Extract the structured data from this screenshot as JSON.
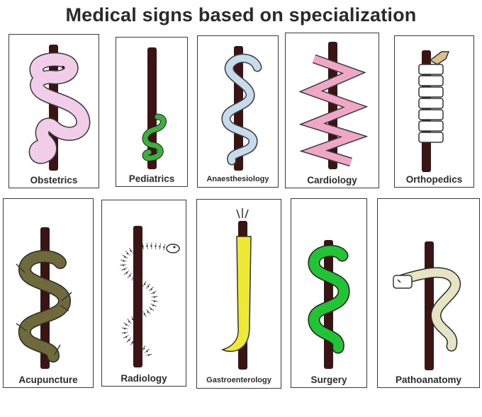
{
  "title": "Medical signs based on specialization",
  "colors": {
    "staff": "#3b1414",
    "obstetrics_snake": "#f2cde9",
    "pediatrics_snake": "#3fae3f",
    "anaesthesiology_snake": "#c6dbec",
    "cardiology_snake": "#f0a6c6",
    "orthopedics_bandage": "#ffffff",
    "acupuncture_snake": "#6e6a3b",
    "radiology_snake": "#ffffff",
    "gastroenterology_snake": "#ecea35",
    "surgery_snake": "#22c435",
    "pathoanatomy_snake": "#e7e4c3"
  },
  "panels": [
    {
      "label": "Obstetrics",
      "icon": "rod-with-pregnant-snake-icon"
    },
    {
      "label": "Pediatrics",
      "icon": "rod-with-small-snake-icon"
    },
    {
      "label": "Anaesthesiology",
      "icon": "rod-with-sleepy-snake-icon"
    },
    {
      "label": "Cardiology",
      "icon": "rod-with-zigzag-snake-icon"
    },
    {
      "label": "Orthopedics",
      "icon": "rod-with-bandaged-snake-icon"
    },
    {
      "label": "Acupuncture",
      "icon": "rod-with-pierced-snake-icon"
    },
    {
      "label": "Radiology",
      "icon": "rod-with-skeleton-snake-icon"
    },
    {
      "label": "Gastroenterology",
      "icon": "rod-with-swallowing-snake-icon"
    },
    {
      "label": "Surgery",
      "icon": "rod-with-green-snake-icon"
    },
    {
      "label": "Pathoanatomy",
      "icon": "rod-with-dead-snake-icon"
    }
  ]
}
